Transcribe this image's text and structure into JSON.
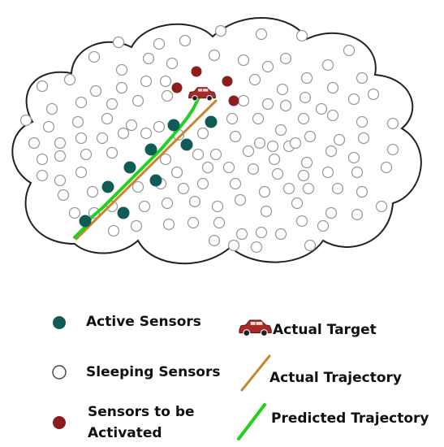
{
  "colors": {
    "active_sensor": "#0f5c57",
    "sleeping_sensor_fill": "#ffffff",
    "sleeping_sensor_stroke": "#9a9a9a",
    "to_activate_sensor": "#8b1d1d",
    "actual_trajectory": "#c9862f",
    "predicted_trajectory": "#22d11e",
    "target_car": "#a52a2a",
    "cloud_stroke": "#222222",
    "text": "#111111"
  },
  "icons": {
    "target": "car-icon",
    "active": "filled-circle",
    "sleeping": "hollow-circle",
    "to_activate": "filled-circle",
    "actual_trajectory": "line",
    "predicted_trajectory": "line"
  },
  "legend": {
    "active_sensors": "Active Sensors",
    "sleeping_sensors": "Sleeping Sensors",
    "sensors_to_activate": "Sensors to be Activated",
    "actual_target": "Actual Target",
    "actual_trajectory": "Actual Trajectory",
    "predicted_trajectory": "Predicted Trajectory"
  }
}
